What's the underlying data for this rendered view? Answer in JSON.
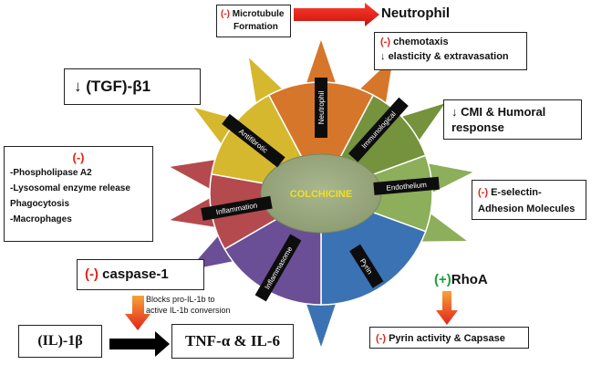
{
  "center": {
    "label": "COLCHICINE"
  },
  "sectors": [
    {
      "label": "Neutrophil",
      "color": "#d6762a"
    },
    {
      "label": "Immunological",
      "color": "#74933c"
    },
    {
      "label": "Endothelium",
      "color": "#8dae5a"
    },
    {
      "label": "Pyrin",
      "color": "#3b72b3"
    },
    {
      "label": "Inflammasome",
      "color": "#6a4f96"
    },
    {
      "label": "Inflammation",
      "color": "#b44a4d"
    },
    {
      "label": "Antifibrotic",
      "color": "#d6b82e"
    }
  ],
  "boxes": {
    "microtubule": {
      "minus": "(-)",
      "line1": "Microtubule",
      "line2": "Formation"
    },
    "neutrophil_effects": {
      "minus": "(-)",
      "line1": "chemotaxis",
      "arrow": "↓",
      "line2": "elasticity & extravasation"
    },
    "tgf": {
      "arrow": "↓",
      "text": "(TGF)-β1"
    },
    "cmi": {
      "arrow": "↓",
      "line1": "CMI & Humoral",
      "line2": "response"
    },
    "inflammation": {
      "minus": "(-)",
      "line1": "-Phospholipase A2",
      "line2": "-Lysosomal  enzyme release",
      "line3": "Phagocytosis",
      "line4": "-Macrophages"
    },
    "eselectin": {
      "minus": "(-)",
      "line1": "E-selectin-",
      "line2": "Adhesion Molecules"
    },
    "caspase": {
      "minus": "(-)",
      "text": "caspase-1"
    },
    "il1b": {
      "text": "(IL)-1β"
    },
    "tnf": {
      "text": "TNF-α & IL-6"
    },
    "pyrin_effect": {
      "minus": "(-)",
      "text": "Pyrin  activity & Capsase"
    }
  },
  "labels": {
    "neutrophil": "Neutrophil",
    "rhoa_plus": "(+)",
    "rhoa": "RhoA",
    "blocks_line1": "Blocks pro-IL-1b to",
    "blocks_line2": "active IL-1b conversion"
  },
  "colors": {
    "accent_red": "#e2231a",
    "plus_green": "#1a9e3a"
  }
}
